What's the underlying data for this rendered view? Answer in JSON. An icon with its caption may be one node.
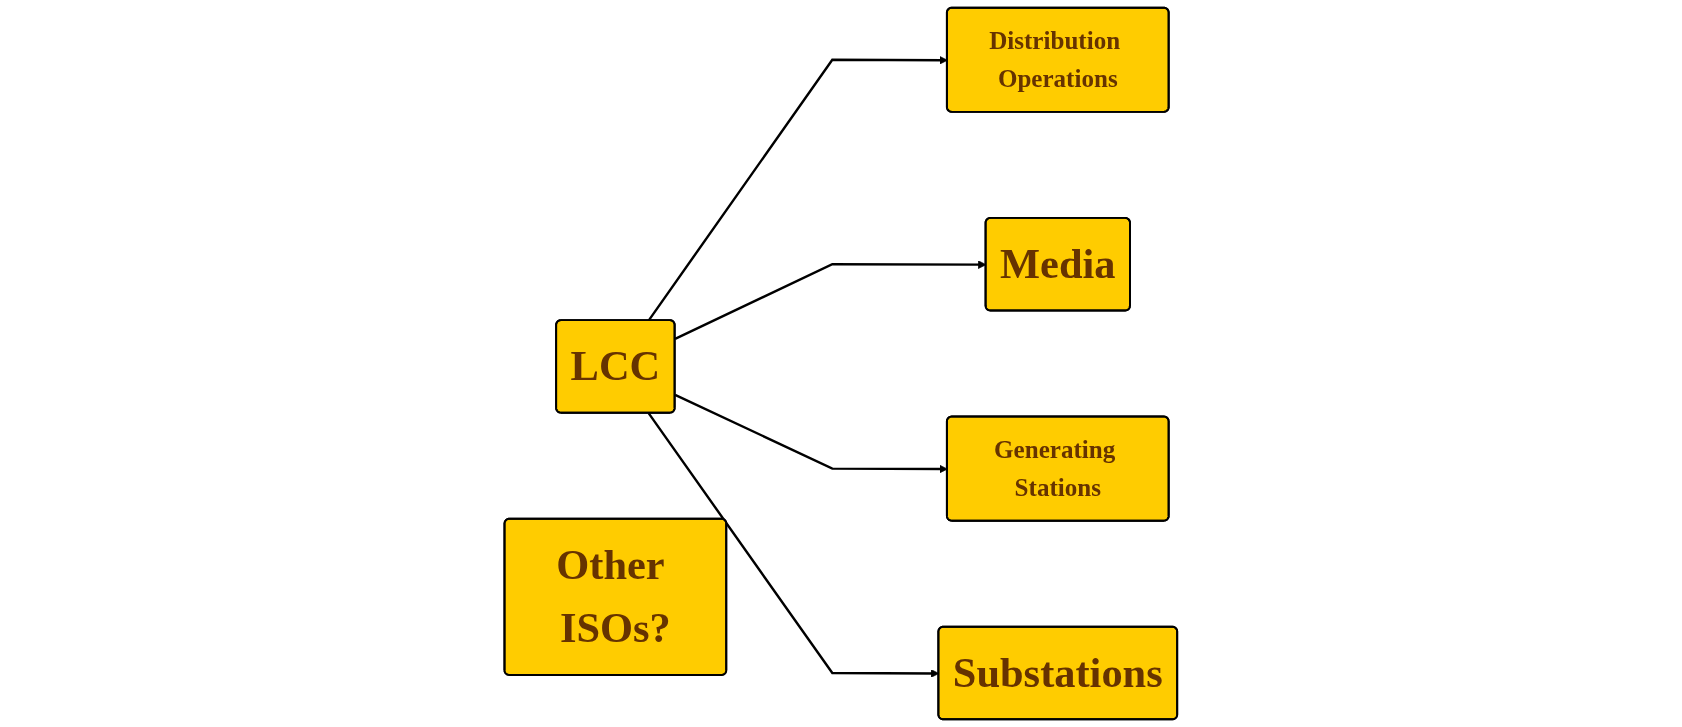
{
  "diagram": {
    "nodes": [
      {
        "text": [
          "Generating Stations"
        ]
      },
      {
        "text": [
          "Distribution Operations"
        ]
      },
      {
        "text": [
          "LCC"
        ]
      },
      {
        "text": [
          "Substations"
        ]
      },
      {
        "text": [
          "Media"
        ]
      },
      {
        "text": [
          "Other ISOs?"
        ]
      }
    ],
    "edges": [
      {
        "from": 2,
        "to": 1,
        "arrow": "to"
      },
      {
        "from": 2,
        "to": 4,
        "arrow": "to"
      },
      {
        "from": 2,
        "to": 0,
        "arrow": "to"
      },
      {
        "from": 2,
        "to": 3,
        "arrow": "to"
      }
    ]
  }
}
